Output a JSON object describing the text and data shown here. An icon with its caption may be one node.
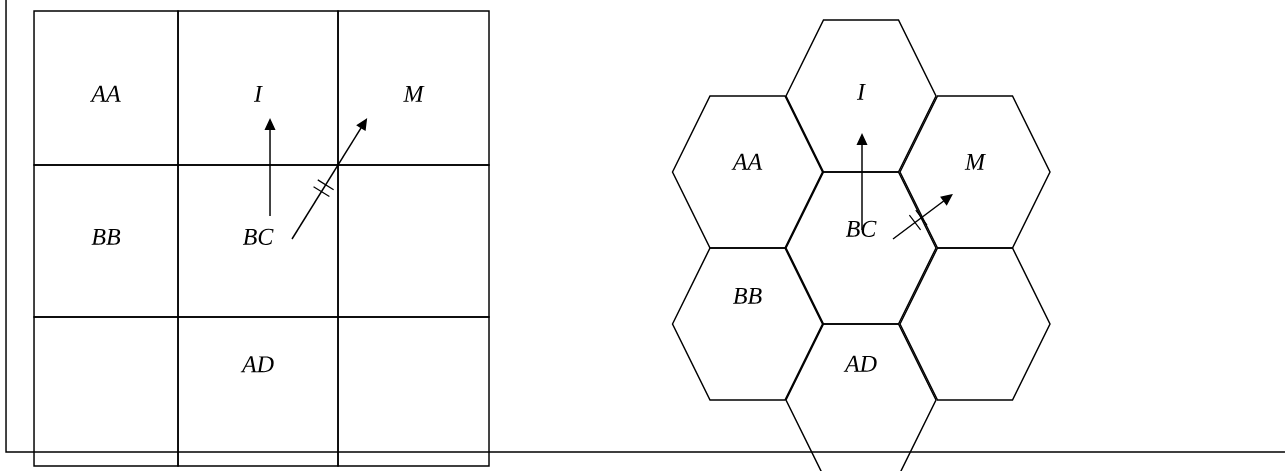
{
  "diagram": {
    "nodes": [
      {
        "text": [
          "AA"
        ]
      },
      {
        "text": [
          "I"
        ]
      },
      {
        "text": [
          "M"
        ]
      },
      {
        "text": [
          "BB"
        ]
      },
      {
        "text": [
          "BC"
        ]
      },
      {
        "text": [],
        "shape": "box"
      },
      {
        "text": [],
        "shape": "box"
      },
      {
        "text": [
          "AD"
        ]
      },
      {
        "text": [],
        "shape": "box"
      },
      {
        "text": [
          "I"
        ]
      },
      {
        "text": [
          "AA"
        ]
      },
      {
        "text": [
          "M"
        ]
      },
      {
        "text": [
          "BC"
        ]
      },
      {
        "text": [
          "BB"
        ]
      },
      {
        "text": [],
        "shape": "hexagon"
      },
      {
        "text": [
          "AD"
        ]
      }
    ],
    "edges": [
      {
        "from": 4,
        "to": 1,
        "arrow": "to"
      },
      {
        "from": 4,
        "to": 2,
        "arrow": "to"
      },
      {
        "from": 12,
        "to": 9,
        "arrow": "to"
      },
      {
        "from": 12,
        "to": 11,
        "arrow": "to"
      }
    ]
  }
}
